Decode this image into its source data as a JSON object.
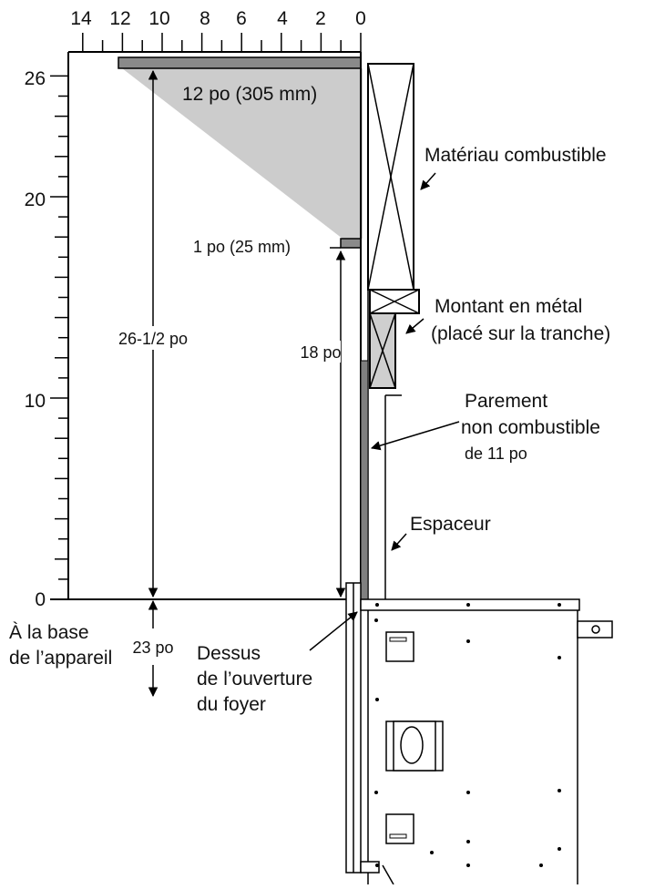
{
  "colors": {
    "shelf": "#8a8a8a",
    "clearance_zone": "#cccccc",
    "facing": "#808080",
    "stud": "#cfcfcf",
    "line": "#000000"
  },
  "top_scale": {
    "labels": [
      "14",
      "12",
      "10",
      "8",
      "6",
      "4",
      "2",
      "0"
    ]
  },
  "left_scale": {
    "labels": [
      "26",
      "20",
      "10",
      "0"
    ]
  },
  "dimensions": {
    "top_shelf": "12 po (305 mm)",
    "small_shelf": "1 po (25 mm)",
    "total_height": "26-1/2 po",
    "facing_height": "18 po",
    "below_base": "23 po"
  },
  "callouts": {
    "combustible": "Matériau combustible",
    "stud_line1": "Montant en métal",
    "stud_line2": "(placé sur la tranche)",
    "facing_line1": "Parement",
    "facing_line2": "non combustible",
    "facing_line3": "de 11 po",
    "spacer": "Espaceur",
    "opening_line1": "Dessus",
    "opening_line2": "de l’ouverture",
    "opening_line3": "du foyer",
    "base_line1": "À la base",
    "base_line2": "de l’appareil"
  }
}
